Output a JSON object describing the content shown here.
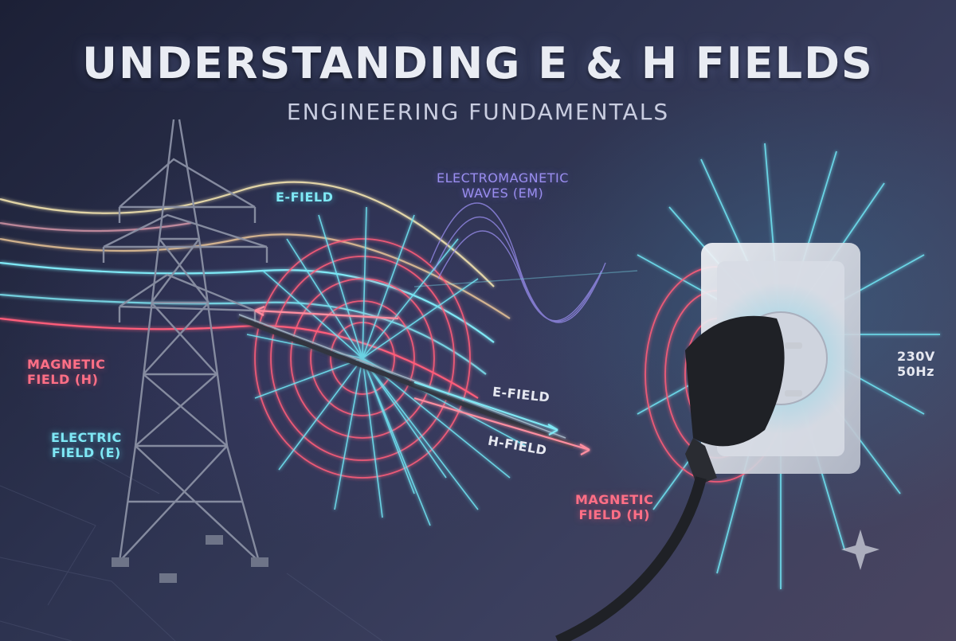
{
  "title": "UNDERSTANDING E & H FIELDS",
  "subtitle": "ENGINEERING FUNDAMENTALS",
  "labels": {
    "e_field_top": "E-FIELD",
    "em_waves_line1": "ELECTROMAGNETIC",
    "em_waves_line2": "WAVES (EM)",
    "magnetic_left_line1": "MAGNETIC",
    "magnetic_left_line2": "FIELD (H)",
    "electric_left_line1": "ELECTRIC",
    "electric_left_line2": "FIELD (E)",
    "e_field_arrow": "E-FIELD",
    "h_field_arrow": "H-FIELD",
    "magnetic_right_line1": "MAGNETIC",
    "magnetic_right_line2": "FIELD (H)",
    "voltage": "230V",
    "frequency": "50Hz"
  },
  "colors": {
    "electric": "#6fe3f2",
    "magnetic": "#ff5d7a",
    "wave": "#9a8ef0",
    "tower": "#8a90a4"
  },
  "icons": [
    "transmission-tower-icon",
    "wall-socket-icon",
    "power-plug-icon",
    "sparkle-icon"
  ]
}
